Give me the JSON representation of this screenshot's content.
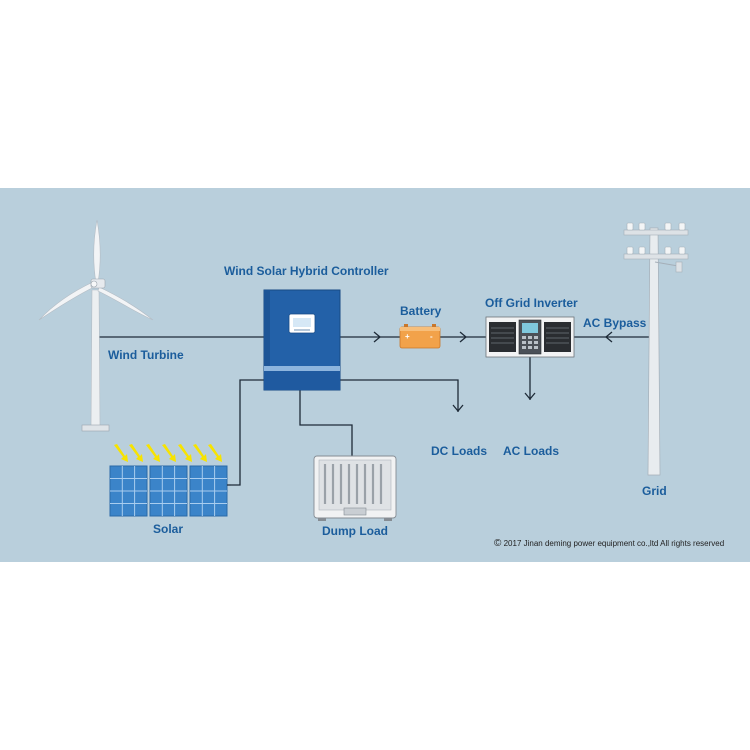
{
  "colors": {
    "background": "#b9cfdc",
    "label": "#1b5d9c",
    "wire": "#1e2b38",
    "controller": "#2361a8",
    "battery": "#f2a24a",
    "solar_cell": "#4f97d8",
    "sun_arrow": "#f7e300"
  },
  "labels": {
    "wind_turbine": "Wind Turbine",
    "controller": "Wind Solar Hybrid Controller",
    "battery": "Battery",
    "inverter": "Off Grid Inverter",
    "ac_bypass": "AC Bypass",
    "dc_loads": "DC Loads",
    "ac_loads": "AC Loads",
    "solar": "Solar",
    "dump_load": "Dump Load",
    "grid": "Grid"
  },
  "copyright": {
    "symbol": "©",
    "text": "2017 Jinan deming power equipment co.,ltd All rights reserved"
  }
}
